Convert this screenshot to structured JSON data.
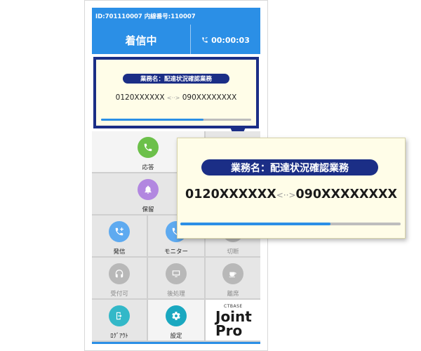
{
  "header": {
    "ids": "ID:701110007  内線番号:110007",
    "call_state": "着信中",
    "timer": "00:00:03"
  },
  "call_info": {
    "business_name": "業務名：配達状況確認業務",
    "caller": "0120XXXXXX",
    "arrow": "<··>",
    "callee": "090XXXXXXXX",
    "progress": 0.68
  },
  "buttons": [
    {
      "label": "応答",
      "icon": "phone-icon",
      "color": "#6cc04a",
      "enabled": true
    },
    {
      "label": "保留",
      "icon": "bell-icon",
      "color": "#b287e0",
      "enabled": true
    },
    {
      "label": "発信",
      "icon": "phone-outgoing-icon",
      "color": "#5eaaf0",
      "enabled": true
    },
    {
      "label": "モニター",
      "icon": "phone-monitor-icon",
      "color": "#5eaaf0",
      "enabled": true
    },
    {
      "label": "切断",
      "icon": "hangup-icon",
      "color": "#b8b8b8",
      "enabled": false
    },
    {
      "label": "受付可",
      "icon": "headset-icon",
      "color": "#b8b8b8",
      "enabled": false
    },
    {
      "label": "後処理",
      "icon": "monitor-icon",
      "color": "#b8b8b8",
      "enabled": false
    },
    {
      "label": "離席",
      "icon": "coffee-icon",
      "color": "#b8b8b8",
      "enabled": false
    },
    {
      "label": "ﾛｸﾞｱｳﾄ",
      "icon": "logout-icon",
      "color": "#33b8c8",
      "enabled": true
    },
    {
      "label": "設定",
      "icon": "gear-icon",
      "color": "#1aa8c0",
      "enabled": true
    }
  ],
  "logo": {
    "sub": "CTBASE",
    "line1": "Joint",
    "line2": "Pro"
  },
  "colors": {
    "header_blue": "#2b8fe6",
    "navy": "#1b2e86",
    "info_bg": "#fffde8"
  }
}
